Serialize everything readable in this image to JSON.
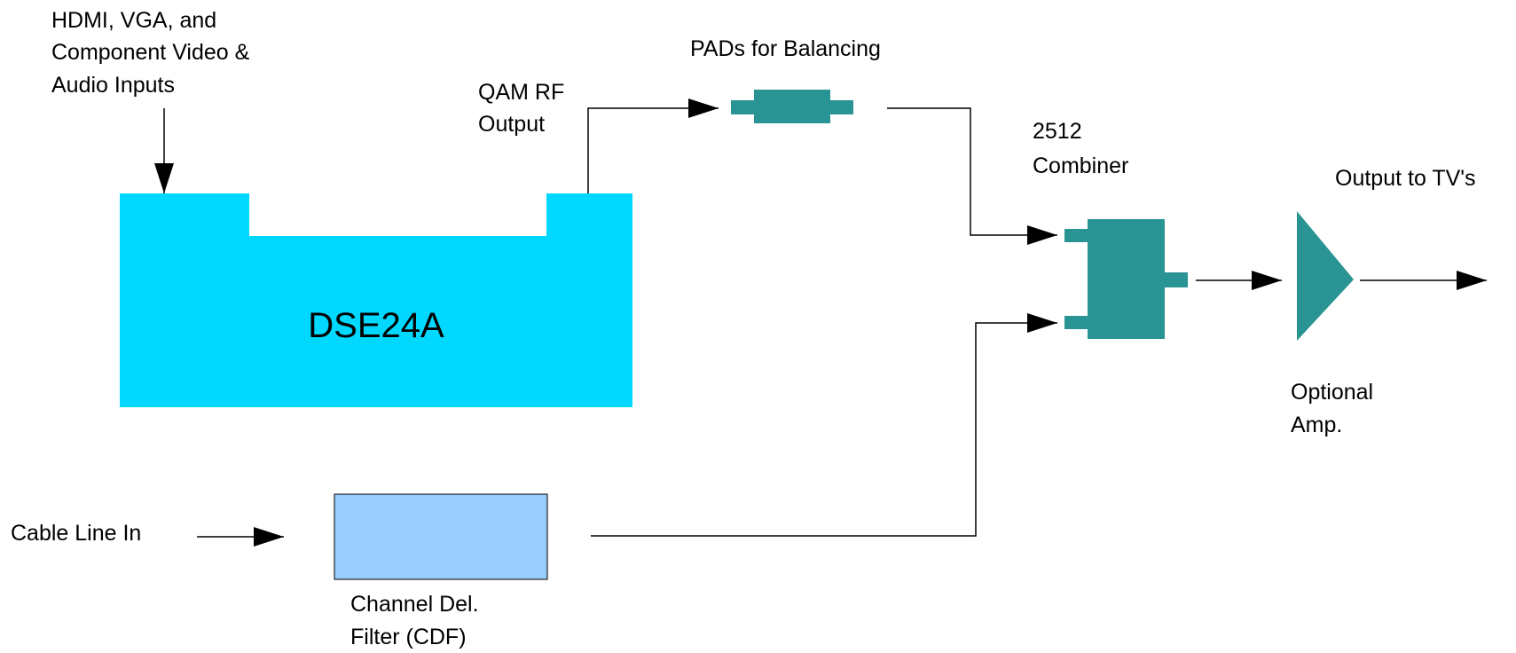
{
  "labels": {
    "inputs": [
      "HDMI, VGA, and",
      "Component Video &",
      "Audio Inputs"
    ],
    "qam_output": [
      "QAM RF",
      "Output"
    ],
    "pads": "PADs for Balancing",
    "combiner": [
      "2512",
      "Combiner"
    ],
    "output_tv": "Output to TV's",
    "encoder": "DSE24A",
    "amp": [
      "Optional",
      "Amp."
    ],
    "cable_in": "Cable Line In",
    "cdf": [
      "Channel Del.",
      "Filter (CDF)"
    ]
  },
  "colors": {
    "encoder_fill": "#00d8ff",
    "teal": "#2a9494",
    "cdf_fill": "#99ccff",
    "line": "#000000"
  }
}
